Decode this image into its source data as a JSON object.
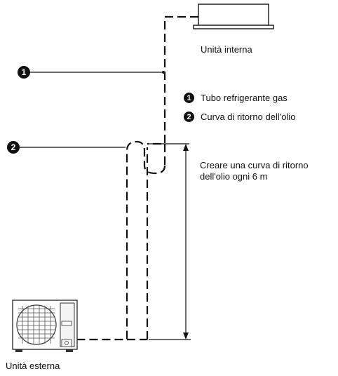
{
  "labels": {
    "indoor_unit": "Unità interna",
    "outdoor_unit": "Unità esterna"
  },
  "markers": {
    "m1": "1",
    "m2": "2"
  },
  "legend": [
    {
      "number": "1",
      "text": "Tubo refrigerante gas"
    },
    {
      "number": "2",
      "text": "Curva di ritorno dell'olio"
    }
  ],
  "note": {
    "line1": "Creare una curva di ritorno",
    "line2": "dell'olio ogni 6 m"
  }
}
